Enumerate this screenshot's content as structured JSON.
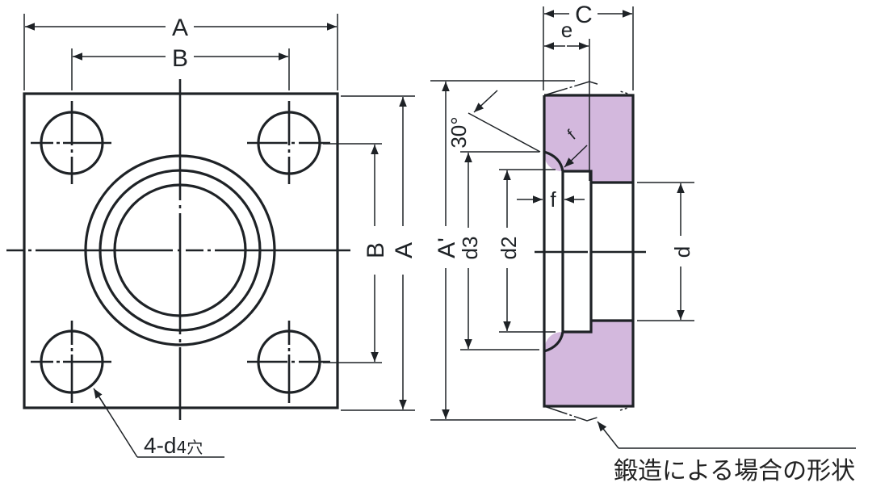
{
  "drawing": {
    "title": "Square flange dimension drawing",
    "colors": {
      "line": "#1e2226",
      "forged_fill": "#d3b8dd",
      "background": "#ffffff"
    },
    "front_view": {
      "dim_top_outer": "A",
      "dim_top_inner": "B",
      "dim_right_inner": "B",
      "dim_right_outer": "A",
      "hole_callout_main": "4-d",
      "hole_callout_sub": "4穴"
    },
    "side_view": {
      "dim_thickness": "C",
      "dim_offset": "e",
      "dim_overall_height": "A'",
      "dim_chamfer_dia": "d3",
      "dim_bore_dia": "d2",
      "dim_hole_dia": "d",
      "dim_fillet_top": "f",
      "dim_fillet_side": "f",
      "dim_angle": "30°",
      "forging_note": "鍛造による場合の形状"
    }
  }
}
